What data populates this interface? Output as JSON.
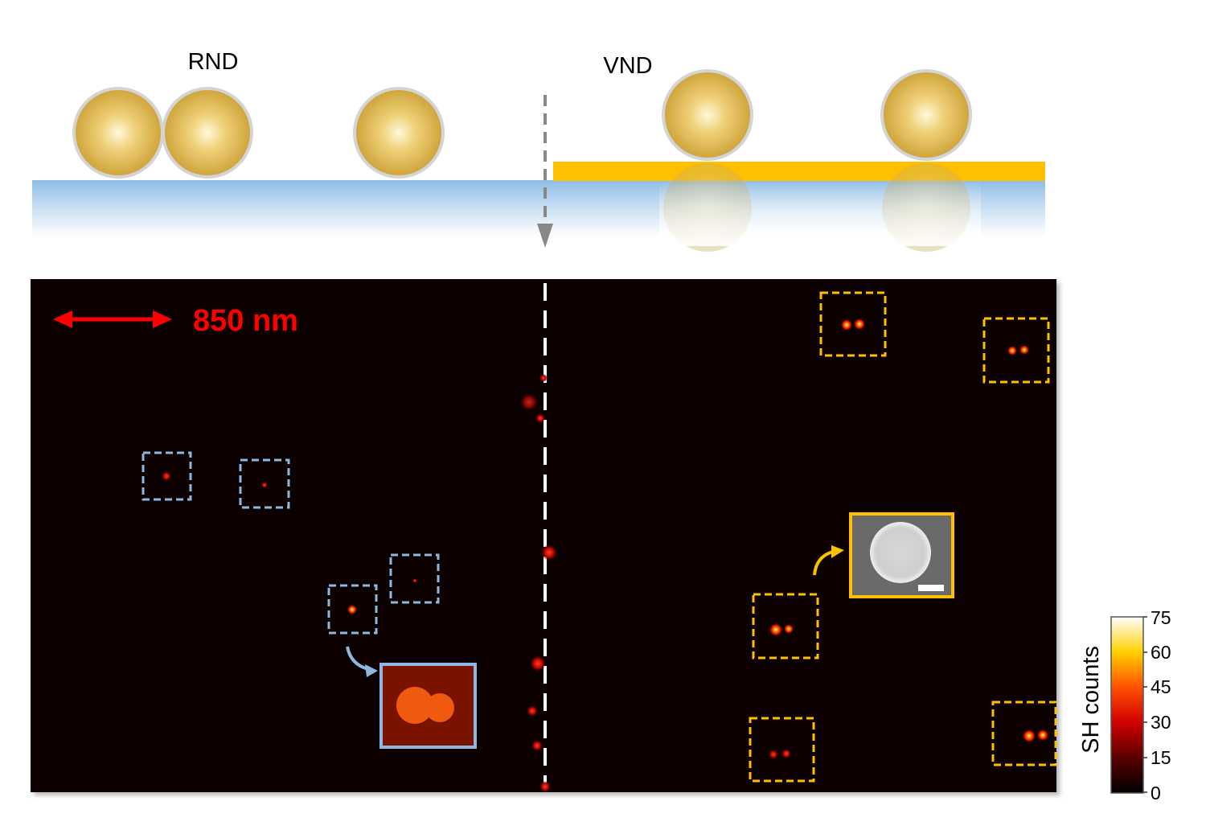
{
  "schematic": {
    "left_label": "RND",
    "right_label": "VND"
  },
  "scan": {
    "scale_text": "850 nm",
    "scale_arrow_color": "#ff0000",
    "rnd_box_color": "#8fb8e0",
    "vnd_box_color": "#ffc000",
    "background_color": "#0d0000"
  },
  "colorbar": {
    "title": "SH counts",
    "ticks": [
      "75",
      "60",
      "45",
      "30",
      "15",
      "0"
    ],
    "colormap": [
      "#000000",
      "#5a0000",
      "#d00000",
      "#ff5000",
      "#ffd000",
      "#ffffff"
    ]
  },
  "insets": {
    "rnd_inset": "dimer-sem-image",
    "vnd_inset": "single-particle-sem-image"
  }
}
